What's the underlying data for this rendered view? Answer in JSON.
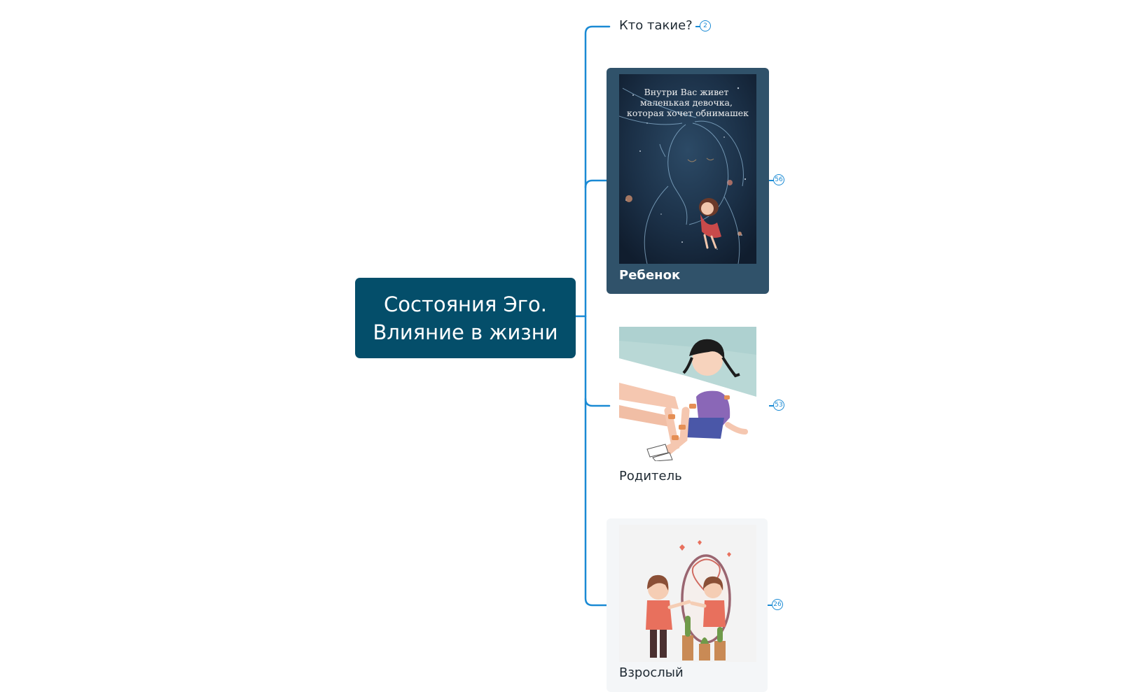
{
  "root": {
    "line1": "Состояния Эго.",
    "line2": "Влияние в жизни"
  },
  "branches": [
    {
      "label": "Кто такие?",
      "count": "2"
    },
    {
      "label": "Ребенок",
      "count": "56",
      "image": {
        "caption": [
          "Внутри Вас живет",
          "маленькая девочка,",
          "которая хочет обнимашек"
        ]
      }
    },
    {
      "label": "Родитель",
      "count": "53"
    },
    {
      "label": "Взрослый",
      "count": "26"
    }
  ],
  "colors": {
    "root": "#044e6a",
    "connector": "#1a8ad4",
    "card_dark": "#30526a",
    "card_light": "#f4f6f8"
  }
}
